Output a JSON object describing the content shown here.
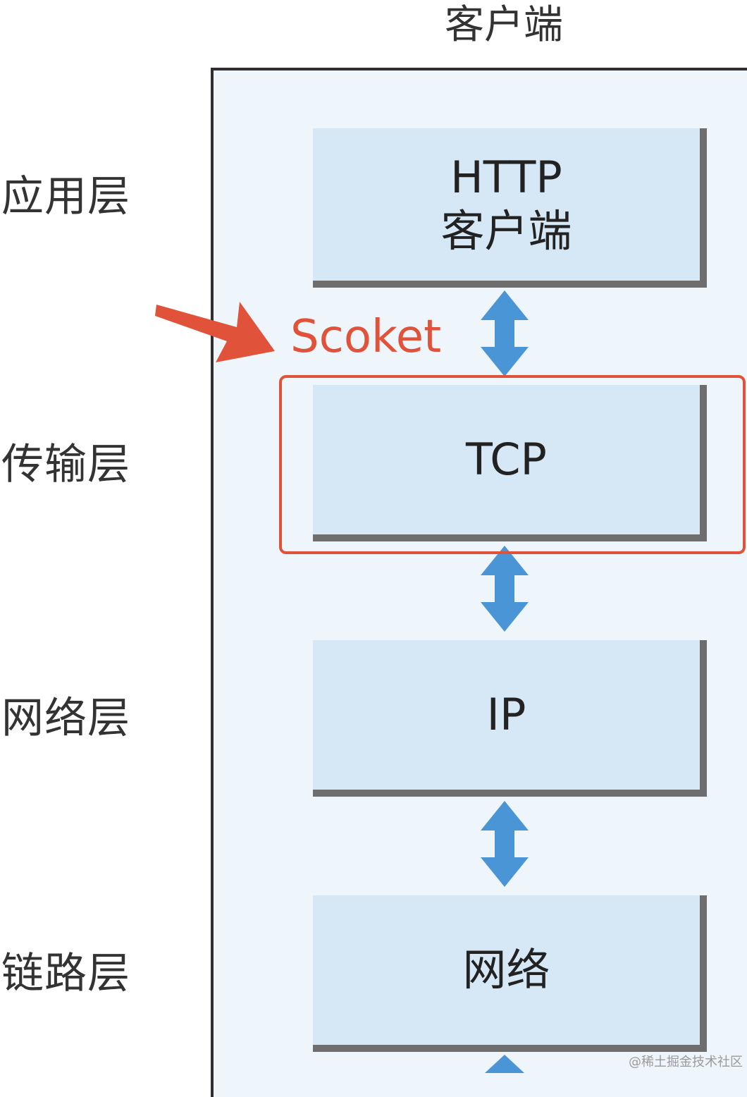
{
  "diagram": {
    "client_title": "客户端",
    "layers": [
      {
        "label": "应用层"
      },
      {
        "label": "传输层"
      },
      {
        "label": "网络层"
      },
      {
        "label": "链路层"
      }
    ],
    "boxes": [
      {
        "line1": "HTTP",
        "line2": "客户端"
      },
      {
        "line1": "TCP"
      },
      {
        "line1": "IP"
      },
      {
        "line1": "网络"
      }
    ],
    "annotation": {
      "label": "Scoket",
      "color": "#e0533a"
    },
    "watermark": "@稀土掘金技术社区",
    "colors": {
      "box_fill": "#d6e8f5",
      "panel_fill": "#eef5fb",
      "arrow": "#4a95d6",
      "box_shadow": "#6e6e6e"
    }
  }
}
